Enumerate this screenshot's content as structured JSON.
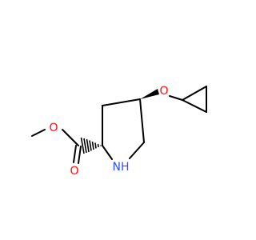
{
  "molecule": {
    "atoms": {
      "ester_oxygen": "O",
      "carbonyl_oxygen": "O",
      "ether_oxygen": "O",
      "ring_nitrogen": "NH"
    }
  },
  "colors": {
    "oxygen": "#ff0d0d",
    "nitrogen": "#3050f8",
    "bond": "#000000"
  }
}
